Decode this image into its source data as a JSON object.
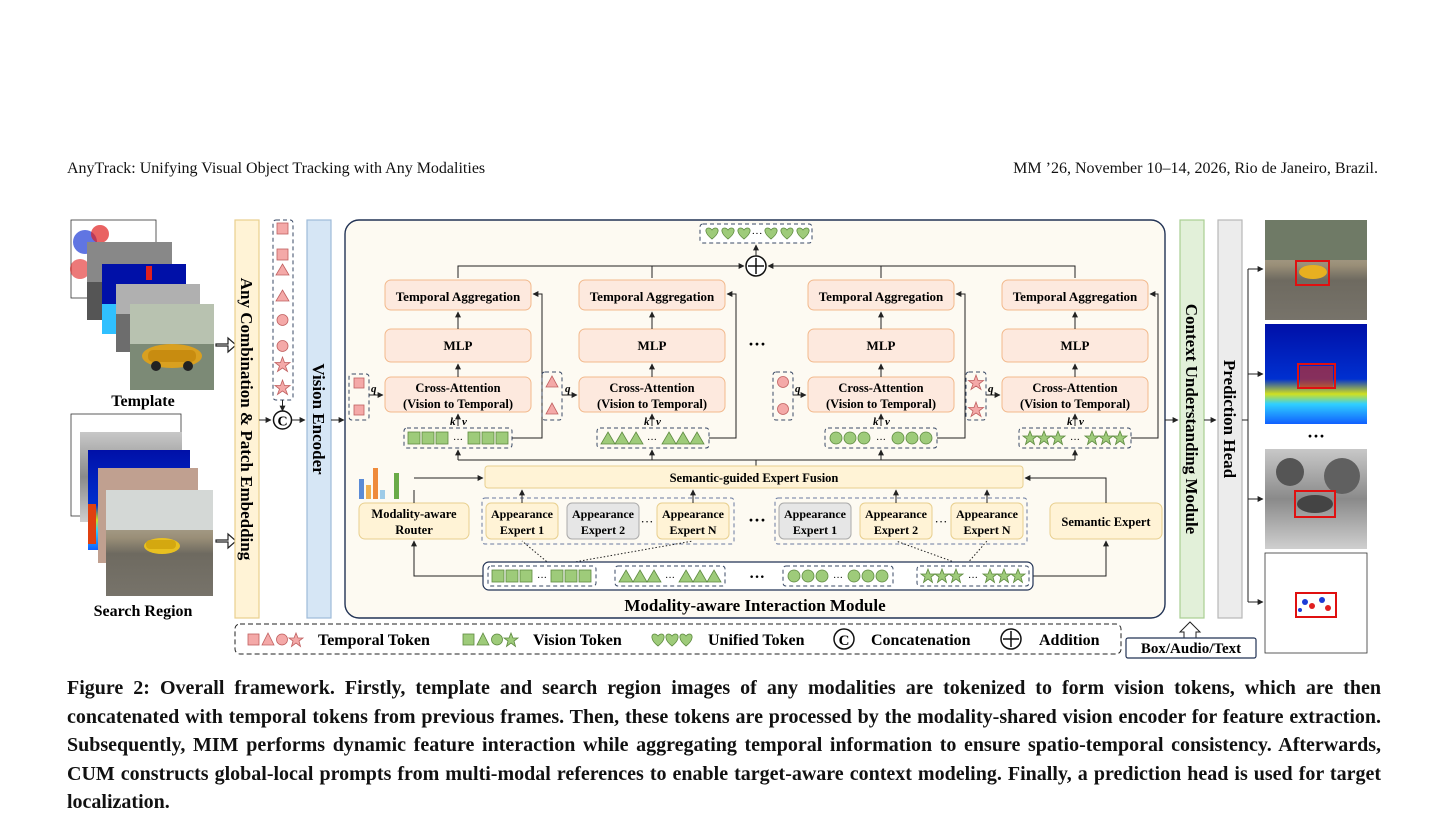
{
  "header": {
    "left": "AnyTrack: Unifying Visual Object Tracking with Any Modalities",
    "right": "MM ’26, November 10–14, 2026, Rio de Janeiro, Brazil."
  },
  "figure": {
    "template_label": "Template",
    "search_label": "Search Region",
    "combination_label": "Any Combination & Patch Embedding",
    "vision_encoder_label": "Vision Encoder",
    "context_module_label": "Context Understanding Module",
    "prediction_head_label": "Prediction Head",
    "mim_label": "Modality-aware Interaction Module",
    "temporal_aggregation": "Temporal Aggregation",
    "mlp": "MLP",
    "cross_attention_1": "Cross-Attention",
    "cross_attention_2": "(Vision to Temporal)",
    "q": "q",
    "k": "k",
    "v": "v",
    "ellipsis": "···",
    "concat_symbol": "C",
    "semantic_fusion": "Semantic-guided Expert Fusion",
    "router_1": "Modality-aware",
    "router_2": "Router",
    "appearance": "Appearance",
    "expert_1": "Expert 1",
    "expert_2": "Expert 2",
    "expert_n": "Expert N",
    "semantic_expert": "Semantic Expert",
    "box_audio_text": "Box/Audio/Text",
    "legend": {
      "temporal": "Temporal Token",
      "vision": "Vision Token",
      "unified": "Unified Token",
      "concatenation": "Concatenation",
      "addition": "Addition"
    }
  },
  "caption": {
    "label": "Figure 2:",
    "text": "Overall framework. Firstly, template and search region images of any modalities are tokenized to form vision tokens, which are then concatenated with temporal tokens from previous frames. Then, these tokens are processed by the modality-shared vision encoder for feature extraction. Subsequently, MIM performs dynamic feature interaction while aggregating temporal information to ensure spatio-temporal consistency. Afterwards, CUM constructs global-local prompts from multi-modal references to enable target-aware context modeling. Finally, a prediction head is used for target localization."
  },
  "colors": {
    "pink_fill": "#f4a9a8",
    "green_fill": "#9ecb7a",
    "mim_bg": "#fdfaf2",
    "box_fill": "#fde9de",
    "yellow_fill": "#fff3d6",
    "blue_bar": "#d6e6f5",
    "green_bar": "#e2f0d9"
  }
}
